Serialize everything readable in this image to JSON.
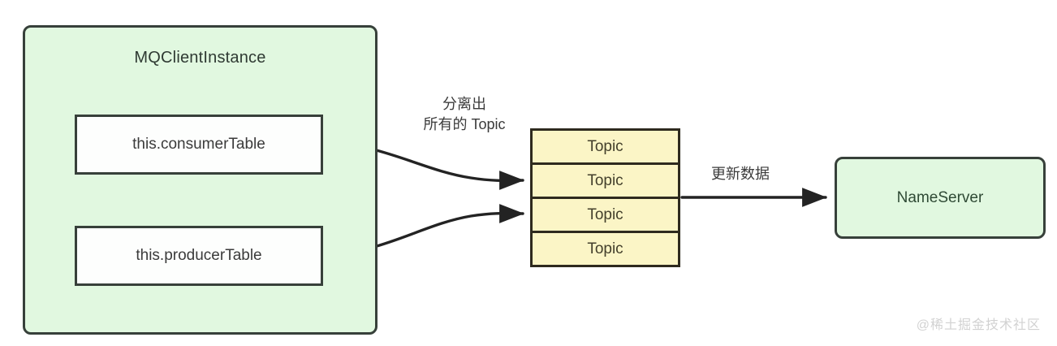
{
  "diagram": {
    "title": "MQClientInstance topic aggregation flow",
    "colors": {
      "container_fill": "#e1f8e0",
      "container_stroke": "#37403a",
      "box_fill": "#fdfefd",
      "box_stroke": "#37403a",
      "topic_fill": "#fbf5c6",
      "topic_stroke": "#2e2a1e",
      "arrow": "#232323",
      "watermark": "#d2d2d2"
    }
  },
  "container": {
    "label": "MQClientInstance",
    "boxes": [
      {
        "label": "this.consumerTable"
      },
      {
        "label": "this.producerTable"
      }
    ]
  },
  "edges": {
    "separate_label": {
      "line1": "分离出",
      "line2": "所有的 Topic"
    },
    "update_label": "更新数据"
  },
  "topic_stack": {
    "rows": [
      {
        "label": "Topic"
      },
      {
        "label": "Topic"
      },
      {
        "label": "Topic"
      },
      {
        "label": "Topic"
      }
    ]
  },
  "name_server": {
    "label": "NameServer"
  },
  "watermark": {
    "text": "@稀土掘金技术社区"
  }
}
